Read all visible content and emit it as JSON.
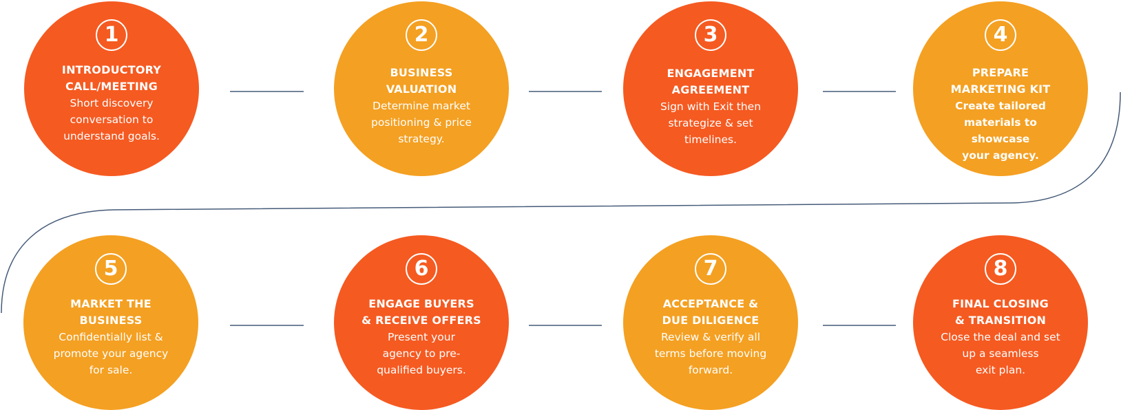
{
  "colors": {
    "red_orange": "#F55A21",
    "amber": "#F4A022",
    "connector": "#445A78",
    "text": "#FFFFFF"
  },
  "steps": [
    {
      "number": "1",
      "title_lines": [
        "INTRODUCTORY",
        "CALL/MEETING"
      ],
      "desc_lines": [
        "Short discovery",
        "conversation to",
        "understand goals."
      ],
      "color": "#F55A21",
      "desc_bold": false
    },
    {
      "number": "2",
      "title_lines": [
        "BUSINESS",
        "VALUATION"
      ],
      "desc_lines": [
        "Determine market",
        "positioning & price",
        "strategy."
      ],
      "color": "#F4A022",
      "desc_bold": false
    },
    {
      "number": "3",
      "title_lines": [
        "ENGAGEMENT",
        "AGREEMENT"
      ],
      "desc_lines": [
        "Sign with Exit then",
        "strategize & set",
        "timelines."
      ],
      "color": "#F55A21",
      "desc_bold": false
    },
    {
      "number": "4",
      "title_lines": [
        "PREPARE",
        "MARKETING KIT"
      ],
      "desc_lines": [
        "Create tailored",
        "materials to showcase",
        "your agency."
      ],
      "color": "#F4A022",
      "desc_bold": true
    },
    {
      "number": "5",
      "title_lines": [
        "MARKET THE",
        "BUSINESS"
      ],
      "desc_lines": [
        "Confidentially list &",
        "promote your agency",
        "for sale."
      ],
      "color": "#F4A022",
      "desc_bold": false
    },
    {
      "number": "6",
      "title_lines": [
        "ENGAGE BUYERS",
        "& RECEIVE OFFERS"
      ],
      "desc_lines": [
        "Present your",
        "agency to pre-",
        "qualified buyers."
      ],
      "color": "#F55A21",
      "desc_bold": false
    },
    {
      "number": "7",
      "title_lines": [
        "ACCEPTANCE &",
        "DUE DILIGENCE"
      ],
      "desc_lines": [
        "Review & verify all",
        "terms before moving",
        "forward."
      ],
      "color": "#F4A022",
      "desc_bold": false
    },
    {
      "number": "8",
      "title_lines": [
        "FINAL CLOSING",
        "& TRANSITION"
      ],
      "desc_lines": [
        "Close the deal and set",
        "up a seamless",
        "exit plan."
      ],
      "color": "#F55A21",
      "desc_bold": false
    }
  ]
}
